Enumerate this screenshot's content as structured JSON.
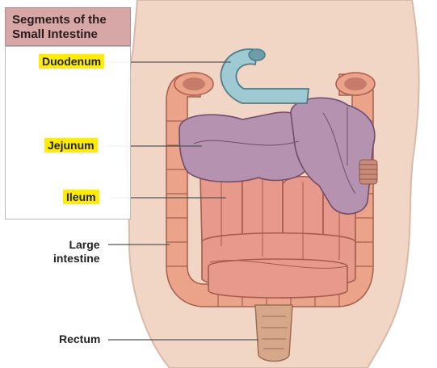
{
  "title": "Segments of the Small Intestine",
  "labels": {
    "duodenum": "Duodenum",
    "jejunum": "Jejunum",
    "ileum": "Ileum",
    "large_line1": "Large",
    "large_line2": "intestine",
    "rectum": "Rectum"
  },
  "colors": {
    "title_bg": "#d7a7a8",
    "highlight": "#ffec00",
    "duodenum": "#9fc9d3",
    "jejunum": "#b492b0",
    "ileum": "#e79a8c",
    "large_intestine": "#eba38a",
    "skin": "#f1d6c6"
  }
}
